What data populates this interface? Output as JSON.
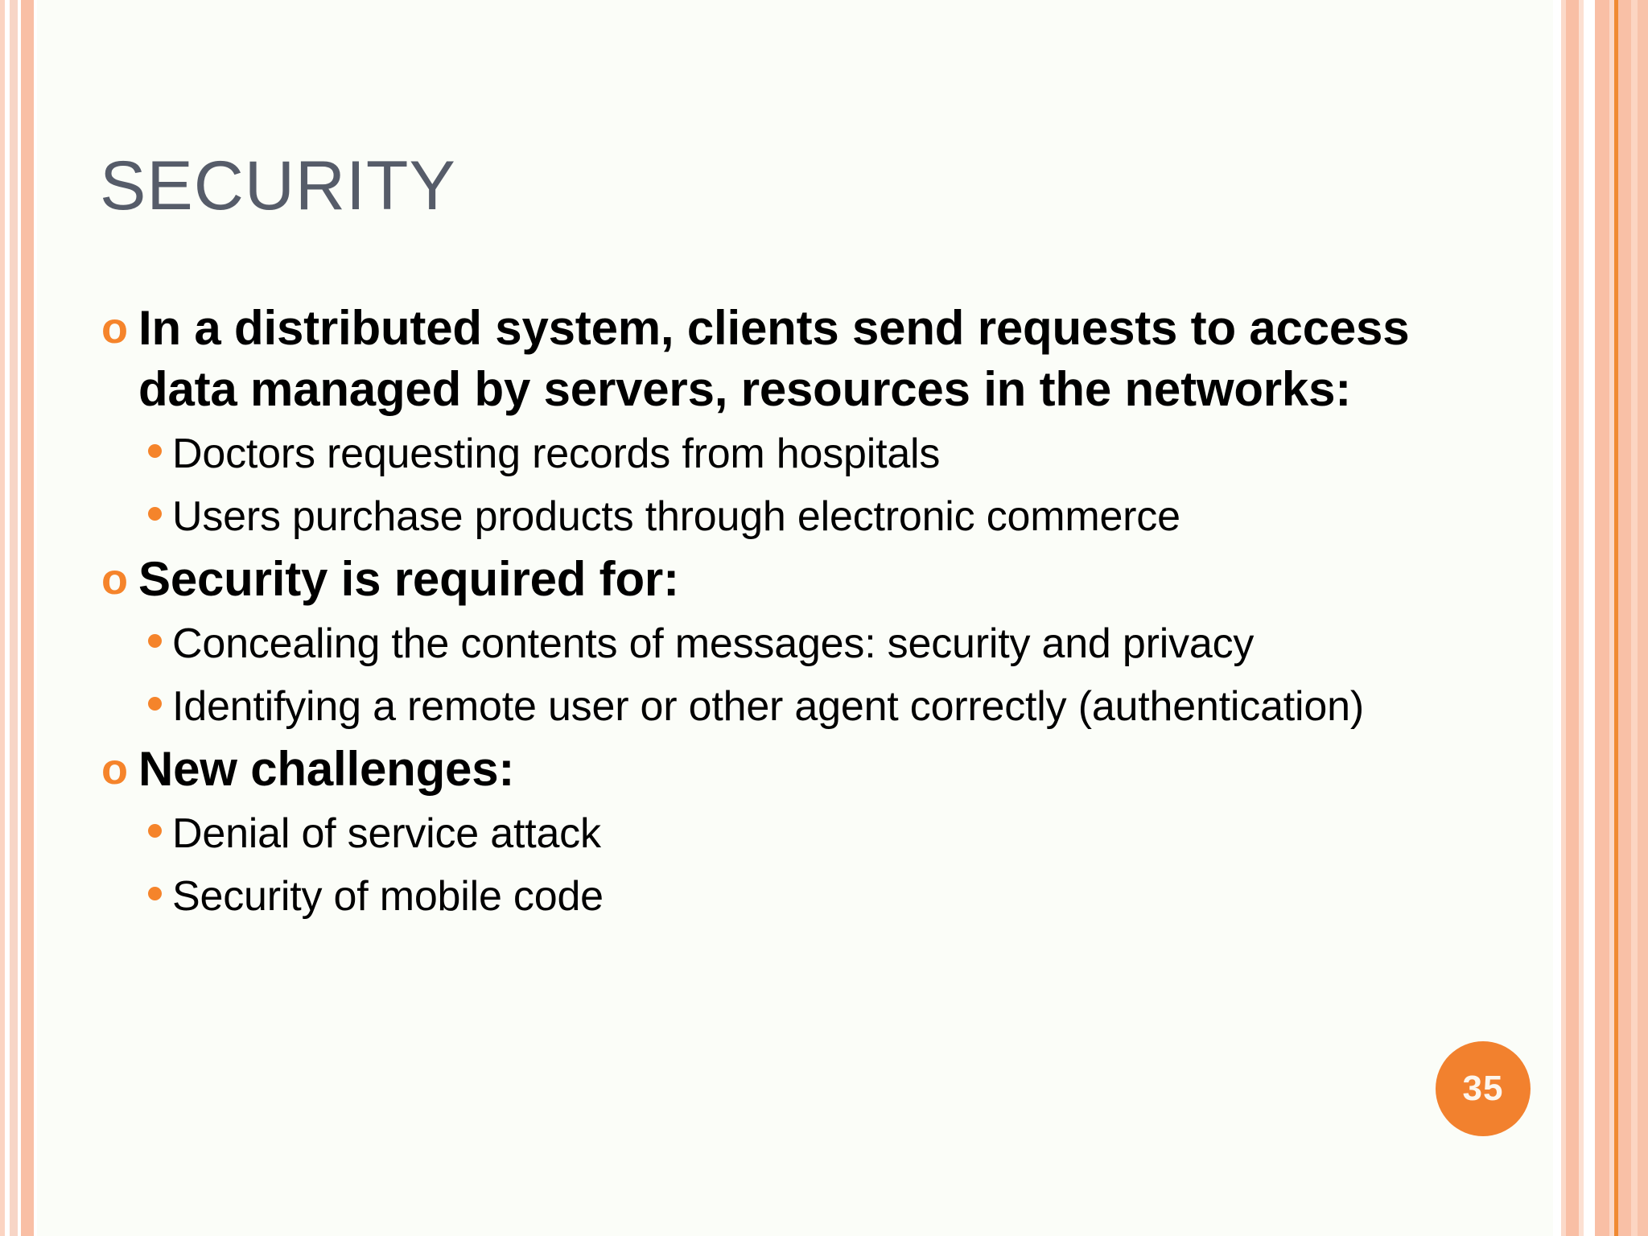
{
  "slide": {
    "title": "SECURITY",
    "page_number": "35",
    "colors": {
      "title": "#565C69",
      "accent_orange": "#F5842B",
      "badge": "#F2812E",
      "background": "#FBFDF8",
      "body_text": "#000000",
      "stripe_light": "#F9BFA5",
      "stripe_line": "#F08A32"
    },
    "markers": {
      "level1_icon": "hollow-circle-bullet-icon",
      "level2_icon": "filled-dot-bullet-icon",
      "level1_glyph": "o"
    },
    "content": [
      {
        "level1": "In a distributed system, clients send requests to access data managed by servers, resources in the networks:",
        "level2": [
          "Doctors requesting records from hospitals",
          "Users purchase products through electronic commerce"
        ]
      },
      {
        "level1": "Security is required for:",
        "level2": [
          "Concealing the contents of messages: security and privacy",
          "Identifying a remote user or other agent correctly (authentication)"
        ]
      },
      {
        "level1": "New challenges:",
        "level2": [
          "Denial of service attack",
          "Security of mobile code"
        ]
      }
    ]
  }
}
